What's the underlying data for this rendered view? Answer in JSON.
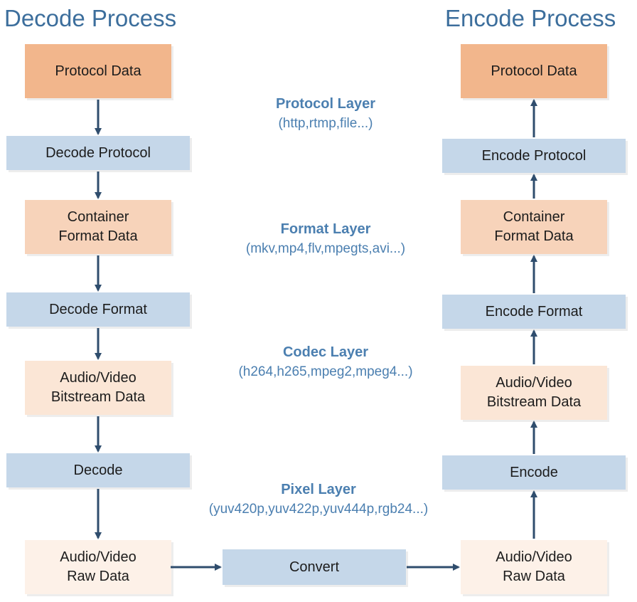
{
  "decode": {
    "title": "Decode Process",
    "protocol_data": "Protocol Data",
    "decode_protocol": "Decode Protocol",
    "container_format_data": "Container\nFormat Data",
    "decode_format": "Decode Format",
    "bitstream_data": "Audio/Video\nBitstream Data",
    "decode": "Decode",
    "raw_data": "Audio/Video\nRaw Data"
  },
  "encode": {
    "title": "Encode Process",
    "protocol_data": "Protocol Data",
    "encode_protocol": "Encode Protocol",
    "container_format_data": "Container\nFormat Data",
    "encode_format": "Encode Format",
    "bitstream_data": "Audio/Video\nBitstream Data",
    "encode": "Encode",
    "raw_data": "Audio/Video\nRaw Data"
  },
  "convert": "Convert",
  "layers": [
    {
      "name": "Protocol Layer",
      "examples": "(http,rtmp,file...)"
    },
    {
      "name": "Format Layer",
      "examples": "(mkv,mp4,flv,mpegts,avi...)"
    },
    {
      "name": "Codec Layer",
      "examples": "(h264,h265,mpeg2,mpeg4...)"
    },
    {
      "name": "Pixel Layer",
      "examples": "(yuv420p,yuv422p,yuv444p,rgb24...)"
    }
  ],
  "colors": {
    "protocol_box": "#f2b68c",
    "container_box": "#f7d3ba",
    "bitstream_box": "#fbe6d6",
    "raw_box": "#fdf1e8",
    "process_box": "#c5d7e9",
    "arrow": "#2f4d6d",
    "heading": "#3c6e9c"
  }
}
